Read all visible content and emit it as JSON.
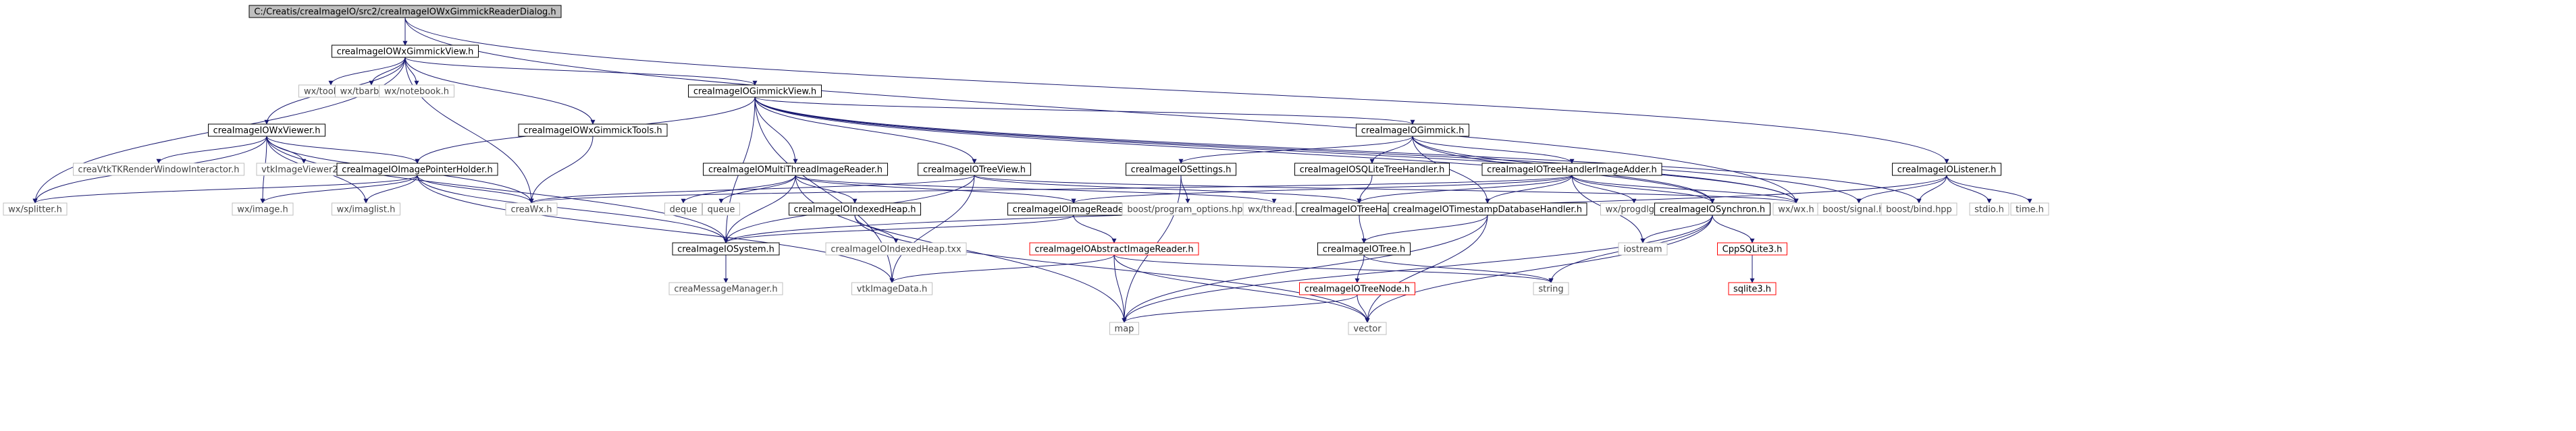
{
  "diagram": {
    "nodes": [
      {
        "id": "root",
        "label": "C:/Creatis/creaImageIO/src2/creaImageIOWxGimmickReaderDialog.h",
        "kind": "root"
      },
      {
        "id": "wxgimmickview",
        "label": "creaImageIOWxGimmickView.h",
        "kind": "normal"
      },
      {
        "id": "toolbar",
        "label": "wx/toolbar.h",
        "kind": "external"
      },
      {
        "id": "tbarbase",
        "label": "wx/tbarbase.h",
        "kind": "external"
      },
      {
        "id": "notebook",
        "label": "wx/notebook.h",
        "kind": "external"
      },
      {
        "id": "gimmickview",
        "label": "creaImageIOGimmickView.h",
        "kind": "normal"
      },
      {
        "id": "wxviewer",
        "label": "creaImageIOWxViewer.h",
        "kind": "normal"
      },
      {
        "id": "wxgimmicktools",
        "label": "creaImageIOWxGimmickTools.h",
        "kind": "normal"
      },
      {
        "id": "gimmick",
        "label": "creaImageIOGimmick.h",
        "kind": "normal"
      },
      {
        "id": "listener",
        "label": "creaImageIOListener.h",
        "kind": "normal"
      },
      {
        "id": "vtkwininteractor",
        "label": "creaVtkTKRenderWindowInteractor.h",
        "kind": "external"
      },
      {
        "id": "vtkimageviewer2",
        "label": "vtkImageViewer2.h",
        "kind": "external"
      },
      {
        "id": "imagepointerholder",
        "label": "creaImageIOImagePointerHolder.h",
        "kind": "normal"
      },
      {
        "id": "multithread",
        "label": "creaImageIOMultiThreadImageReader.h",
        "kind": "normal"
      },
      {
        "id": "treeview",
        "label": "creaImageIOTreeView.h",
        "kind": "normal"
      },
      {
        "id": "settings",
        "label": "creaImageIOSettings.h",
        "kind": "normal"
      },
      {
        "id": "sqlitetreehandler",
        "label": "creaImageIOSQLiteTreeHandler.h",
        "kind": "normal"
      },
      {
        "id": "treehandlerimageadder",
        "label": "creaImageIOTreeHandlerImageAdder.h",
        "kind": "normal"
      },
      {
        "id": "wxsplitter",
        "label": "wx/splitter.h",
        "kind": "external"
      },
      {
        "id": "wximage",
        "label": "wx/image.h",
        "kind": "external"
      },
      {
        "id": "wximaglist",
        "label": "wx/imaglist.h",
        "kind": "external"
      },
      {
        "id": "creawx",
        "label": "creaWx.h",
        "kind": "external"
      },
      {
        "id": "deque",
        "label": "deque",
        "kind": "external"
      },
      {
        "id": "queue",
        "label": "queue",
        "kind": "external"
      },
      {
        "id": "indexedheap",
        "label": "creaImageIOIndexedHeap.h",
        "kind": "normal"
      },
      {
        "id": "imagereader",
        "label": "creaImageIOImageReader.h",
        "kind": "normal"
      },
      {
        "id": "progopts",
        "label": "boost/program_options.hpp",
        "kind": "external"
      },
      {
        "id": "wxthread",
        "label": "wx/thread.h",
        "kind": "external"
      },
      {
        "id": "treehandler",
        "label": "creaImageIOTreeHandler.h",
        "kind": "normal"
      },
      {
        "id": "timestampdb",
        "label": "creaImageIOTimestampDatabaseHandler.h",
        "kind": "normal"
      },
      {
        "id": "wxprogdlg",
        "label": "wx/progdlg.h",
        "kind": "external"
      },
      {
        "id": "synchron",
        "label": "creaImageIOSynchron.h",
        "kind": "normal"
      },
      {
        "id": "wxwx",
        "label": "wx/wx.h",
        "kind": "external"
      },
      {
        "id": "signal",
        "label": "boost/signal.hpp",
        "kind": "external"
      },
      {
        "id": "bind",
        "label": "boost/bind.hpp",
        "kind": "external"
      },
      {
        "id": "stdio",
        "label": "stdio.h",
        "kind": "external"
      },
      {
        "id": "time",
        "label": "time.h",
        "kind": "external"
      },
      {
        "id": "system",
        "label": "creaImageIOSystem.h",
        "kind": "normal"
      },
      {
        "id": "indexedheaptxx",
        "label": "creaImageIOIndexedHeap.txx",
        "kind": "external"
      },
      {
        "id": "abstractimagereader",
        "label": "creaImageIOAbstractImageReader.h",
        "kind": "red"
      },
      {
        "id": "tree",
        "label": "creaImageIOTree.h",
        "kind": "normal"
      },
      {
        "id": "iostream",
        "label": "iostream",
        "kind": "external"
      },
      {
        "id": "cppsqlite3",
        "label": "CppSQLite3.h",
        "kind": "red"
      },
      {
        "id": "messagemanager",
        "label": "creaMessageManager.h",
        "kind": "external"
      },
      {
        "id": "vtkimagedata",
        "label": "vtkImageData.h",
        "kind": "external"
      },
      {
        "id": "string",
        "label": "string",
        "kind": "external"
      },
      {
        "id": "treenode",
        "label": "creaImageIOTreeNode.h",
        "kind": "red"
      },
      {
        "id": "sqlite3",
        "label": "sqlite3.h",
        "kind": "red"
      },
      {
        "id": "map",
        "label": "map",
        "kind": "external"
      },
      {
        "id": "vector",
        "label": "vector",
        "kind": "external"
      }
    ],
    "edges": [
      [
        "root",
        "wxgimmickview"
      ],
      [
        "root",
        "listener"
      ],
      [
        "root",
        "wxwx"
      ],
      [
        "wxgimmickview",
        "toolbar"
      ],
      [
        "wxgimmickview",
        "tbarbase"
      ],
      [
        "wxgimmickview",
        "notebook"
      ],
      [
        "wxgimmickview",
        "gimmickview"
      ],
      [
        "wxgimmickview",
        "wxviewer"
      ],
      [
        "wxgimmickview",
        "wxgimmicktools"
      ],
      [
        "wxgimmickview",
        "wxsplitter"
      ],
      [
        "wxgimmickview",
        "creawx"
      ],
      [
        "gimmickview",
        "gimmick"
      ],
      [
        "gimmickview",
        "treeview"
      ],
      [
        "gimmickview",
        "multithread"
      ],
      [
        "gimmickview",
        "imagepointerholder"
      ],
      [
        "gimmickview",
        "system"
      ],
      [
        "gimmickview",
        "vtkimagedata"
      ],
      [
        "gimmickview",
        "signal"
      ],
      [
        "gimmickview",
        "bind"
      ],
      [
        "gimmickview",
        "wxwx"
      ],
      [
        "gimmickview",
        "synchron"
      ],
      [
        "wxviewer",
        "vtkwininteractor"
      ],
      [
        "wxviewer",
        "vtkimageviewer2"
      ],
      [
        "wxviewer",
        "imagepointerholder"
      ],
      [
        "wxviewer",
        "wxsplitter"
      ],
      [
        "wxviewer",
        "wximage"
      ],
      [
        "wxviewer",
        "wximaglist"
      ],
      [
        "wxviewer",
        "creawx"
      ],
      [
        "wxviewer",
        "system"
      ],
      [
        "wxgimmicktools",
        "creawx"
      ],
      [
        "imagepointerholder",
        "wxsplitter"
      ],
      [
        "imagepointerholder",
        "wximage"
      ],
      [
        "imagepointerholder",
        "wximaglist"
      ],
      [
        "imagepointerholder",
        "creawx"
      ],
      [
        "imagepointerholder",
        "system"
      ],
      [
        "imagepointerholder",
        "vtkimagedata"
      ],
      [
        "gimmick",
        "settings"
      ],
      [
        "gimmick",
        "sqlitetreehandler"
      ],
      [
        "gimmick",
        "treehandlerimageadder"
      ],
      [
        "gimmick",
        "timestampdb"
      ],
      [
        "gimmick",
        "synchron"
      ],
      [
        "gimmick",
        "wxwx"
      ],
      [
        "listener",
        "signal"
      ],
      [
        "listener",
        "bind"
      ],
      [
        "listener",
        "stdio"
      ],
      [
        "listener",
        "time"
      ],
      [
        "listener",
        "system"
      ],
      [
        "multithread",
        "deque"
      ],
      [
        "multithread",
        "queue"
      ],
      [
        "multithread",
        "indexedheap"
      ],
      [
        "multithread",
        "imagereader"
      ],
      [
        "multithread",
        "wxthread"
      ],
      [
        "multithread",
        "system"
      ],
      [
        "multithread",
        "map"
      ],
      [
        "treeview",
        "treehandler"
      ],
      [
        "treeview",
        "system"
      ],
      [
        "treeview",
        "vtkimagedata"
      ],
      [
        "treeview",
        "wxwx"
      ],
      [
        "treeview",
        "creawx"
      ],
      [
        "settings",
        "progopts"
      ],
      [
        "settings",
        "map"
      ],
      [
        "sqlitetreehandler",
        "treehandler"
      ],
      [
        "treehandlerimageadder",
        "treehandler"
      ],
      [
        "treehandlerimageadder",
        "timestampdb"
      ],
      [
        "treehandlerimageadder",
        "wxprogdlg"
      ],
      [
        "treehandlerimageadder",
        "synchron"
      ],
      [
        "treehandlerimageadder",
        "wxwx"
      ],
      [
        "treehandlerimageadder",
        "iostream"
      ],
      [
        "treehandlerimageadder",
        "creawx"
      ],
      [
        "treehandlerimageadder",
        "imagereader"
      ],
      [
        "indexedheap",
        "indexedheaptxx"
      ],
      [
        "indexedheap",
        "vector"
      ],
      [
        "imagereader",
        "abstractimagereader"
      ],
      [
        "imagereader",
        "system"
      ],
      [
        "treehandler",
        "tree"
      ],
      [
        "timestampdb",
        "tree"
      ],
      [
        "timestampdb",
        "map"
      ],
      [
        "timestampdb",
        "vector"
      ],
      [
        "synchron",
        "cppsqlite3"
      ],
      [
        "synchron",
        "iostream"
      ],
      [
        "synchron",
        "string"
      ],
      [
        "synchron",
        "map"
      ],
      [
        "synchron",
        "vector"
      ],
      [
        "system",
        "messagemanager"
      ],
      [
        "abstractimagereader",
        "vtkimagedata"
      ],
      [
        "abstractimagereader",
        "map"
      ],
      [
        "abstractimagereader",
        "vector"
      ],
      [
        "abstractimagereader",
        "string"
      ],
      [
        "tree",
        "treenode"
      ],
      [
        "tree",
        "string"
      ],
      [
        "cppsqlite3",
        "sqlite3"
      ],
      [
        "treenode",
        "map"
      ],
      [
        "treenode",
        "vector"
      ]
    ]
  }
}
